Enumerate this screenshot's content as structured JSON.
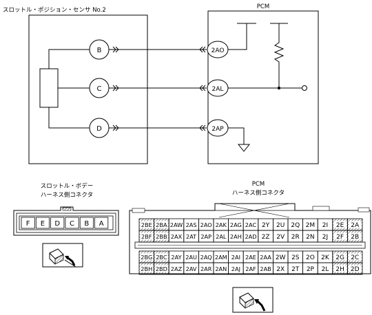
{
  "sensor": {
    "title": "スロットル・ポジション・センサ No.2",
    "pins": [
      "B",
      "C",
      "D"
    ]
  },
  "pcm": {
    "title": "PCM",
    "pins": [
      "2AO",
      "2AL",
      "2AP"
    ]
  },
  "sensor_connector": {
    "title_line1": "スロットル・ボデー",
    "title_line2": "ハーネス側コネクタ",
    "pins": [
      "F",
      "E",
      "D",
      "C",
      "B",
      "A"
    ]
  },
  "pcm_connector": {
    "title_line1": "PCM",
    "title_line2": "ハーネス側コネクタ",
    "rows": [
      [
        "2BE",
        "2BA",
        "2AW",
        "2AS",
        "2AO",
        "2AK",
        "2AG",
        "2AC",
        "2Y",
        "2U",
        "2Q",
        "2M",
        "2I",
        "2E",
        "2A"
      ],
      [
        "2BF",
        "2BB",
        "2AX",
        "2AT",
        "2AP",
        "2AL",
        "2AH",
        "2AD",
        "2Z",
        "2V",
        "2R",
        "2N",
        "2J",
        "2F",
        "2B"
      ],
      [
        "2BG",
        "2BC",
        "2AY",
        "2AU",
        "2AQ",
        "2AM",
        "2AI",
        "2AE",
        "2AA",
        "2W",
        "2S",
        "2O",
        "2K",
        "2G",
        "2C"
      ],
      [
        "2BH",
        "2BD",
        "2AZ",
        "2AV",
        "2AR",
        "2AN",
        "2AJ",
        "2AF",
        "2AB",
        "2X",
        "2T",
        "2P",
        "2L",
        "2H",
        "2D"
      ]
    ]
  }
}
